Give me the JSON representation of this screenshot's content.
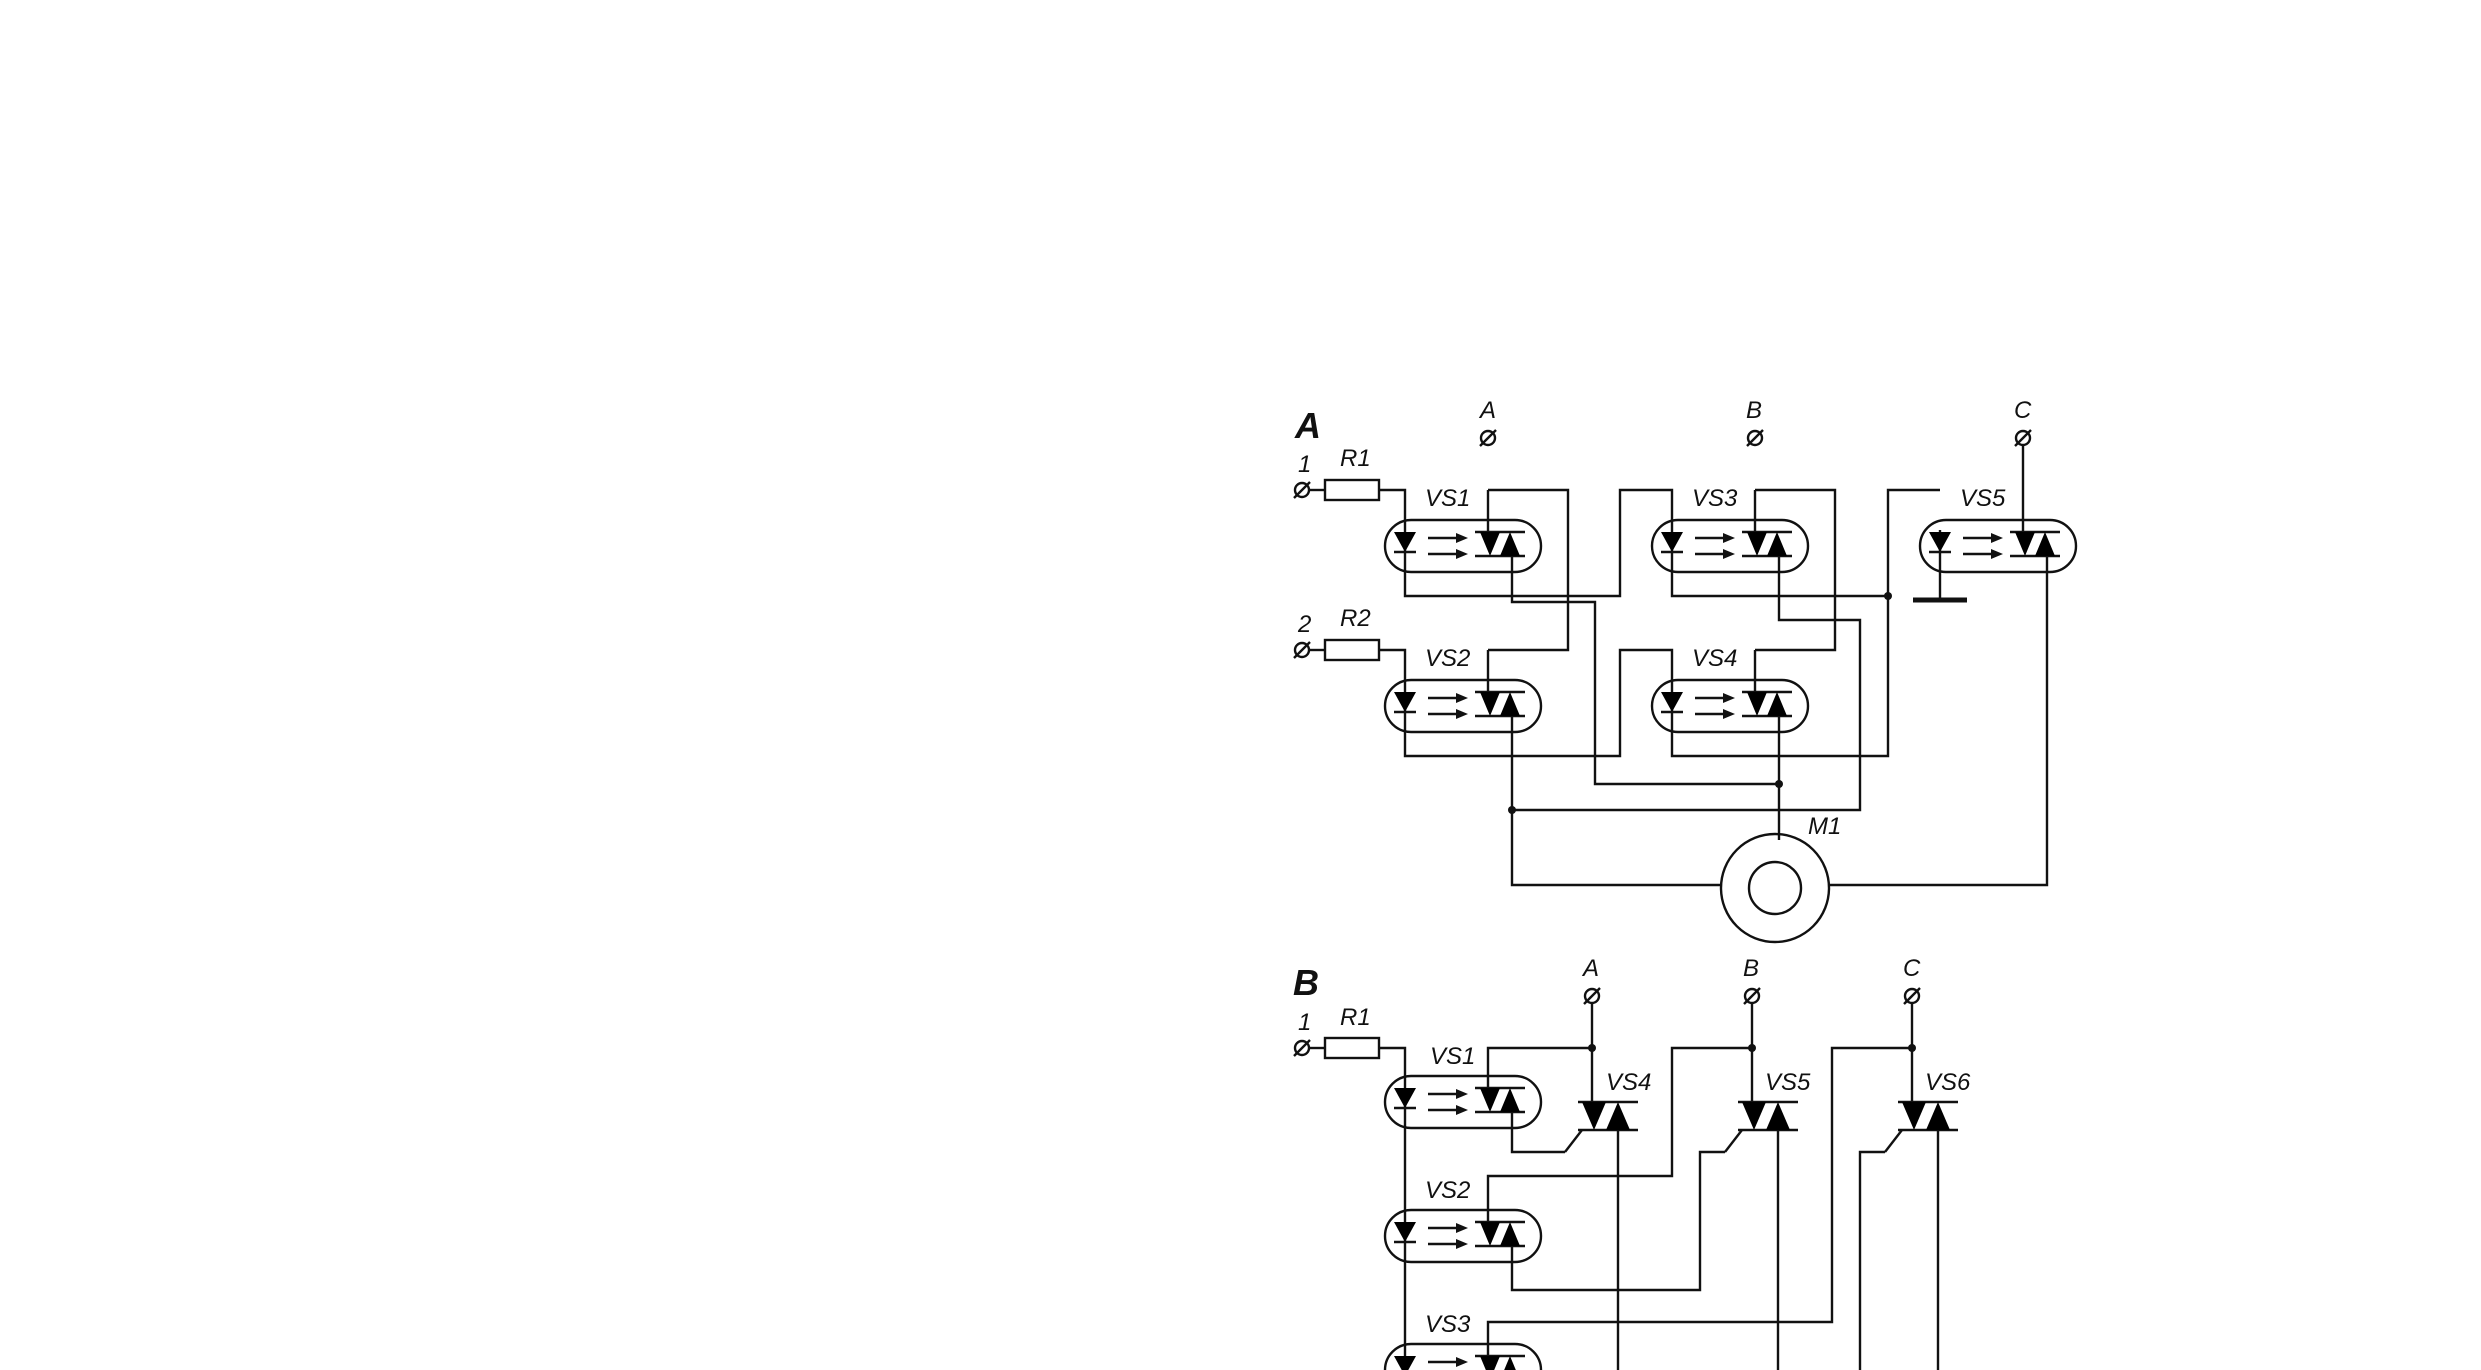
{
  "colors": {
    "ink": "#111111",
    "background": "#ffffff"
  },
  "diagram_a": {
    "section_label": "A",
    "inputs": [
      {
        "label": "1"
      },
      {
        "label": "2"
      }
    ],
    "resistors": [
      {
        "label": "R1"
      },
      {
        "label": "R2"
      }
    ],
    "phases": [
      {
        "label": "A"
      },
      {
        "label": "B"
      },
      {
        "label": "C"
      }
    ],
    "optotriacs": [
      {
        "label": "VS1"
      },
      {
        "label": "VS2"
      },
      {
        "label": "VS3"
      },
      {
        "label": "VS4"
      },
      {
        "label": "VS5"
      }
    ],
    "motor": {
      "label": "M1"
    }
  },
  "diagram_b": {
    "section_label": "B",
    "inputs": [
      {
        "label": "1"
      }
    ],
    "resistors": [
      {
        "label": "R1"
      }
    ],
    "phases": [
      {
        "label": "A"
      },
      {
        "label": "B"
      },
      {
        "label": "C"
      }
    ],
    "optotriacs": [
      {
        "label": "VS1"
      },
      {
        "label": "VS2"
      },
      {
        "label": "VS3"
      }
    ],
    "triacs": [
      {
        "label": "VS4"
      },
      {
        "label": "VS5"
      },
      {
        "label": "VS6"
      }
    ]
  }
}
